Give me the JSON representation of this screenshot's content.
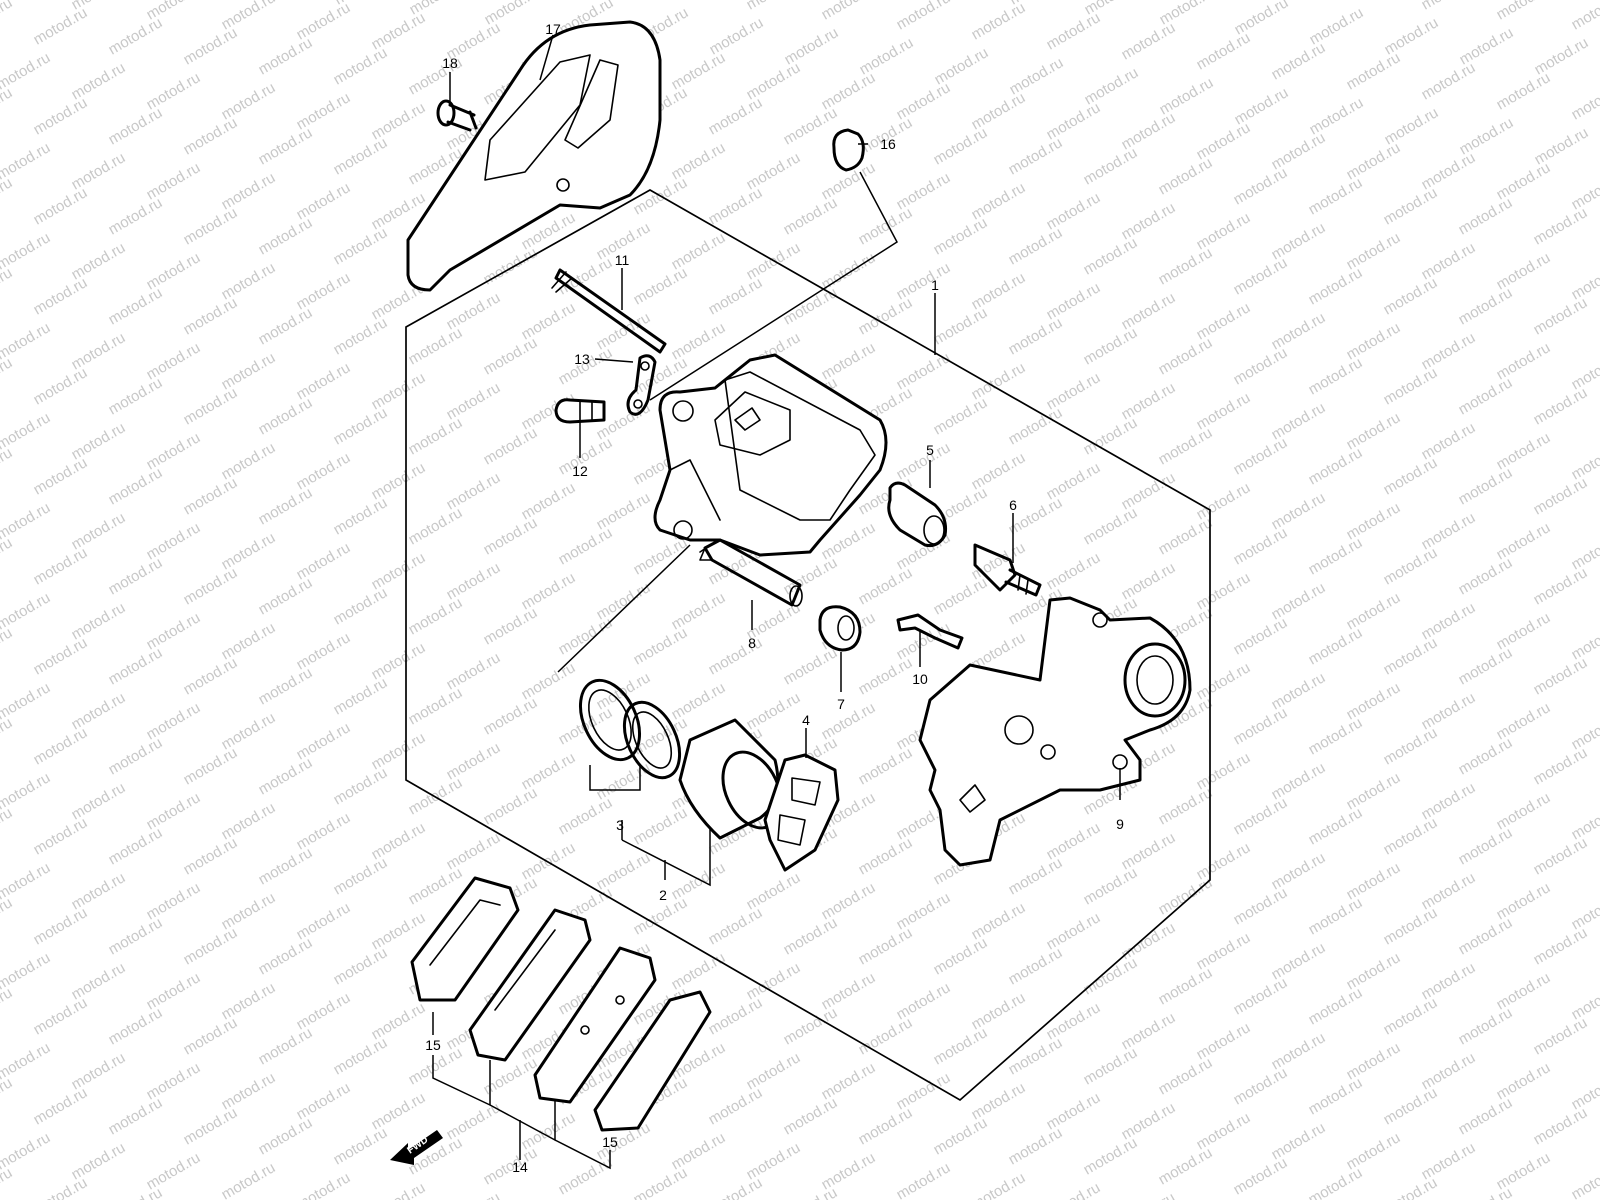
{
  "watermark": "motod.ru",
  "callouts": {
    "c1": "1",
    "c2": "2",
    "c3": "3",
    "c4": "4",
    "c5": "5",
    "c6": "6",
    "c7": "7",
    "c8": "8",
    "c9": "9",
    "c10": "10",
    "c11": "11",
    "c12": "12",
    "c13": "13",
    "c14": "14",
    "c15a": "15",
    "c15b": "15",
    "c16": "16",
    "c17": "17",
    "c18": "18"
  },
  "fwd_label": "FWD"
}
